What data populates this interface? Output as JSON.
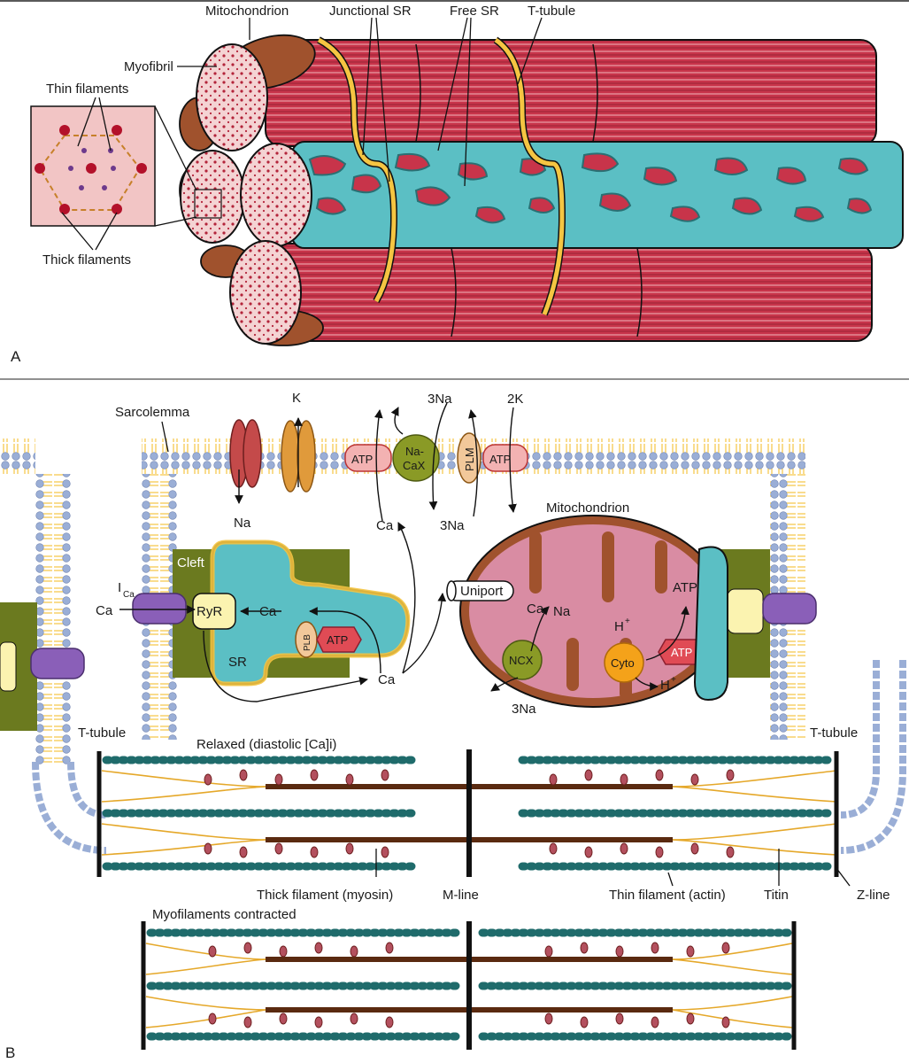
{
  "panel_a": {
    "letter": "A",
    "labels": {
      "mitochondrion": "Mitochondrion",
      "junctional_sr": "Junctional SR",
      "free_sr": "Free SR",
      "t_tubule": "T-tubule",
      "myofibril": "Myofibril",
      "thin_filaments": "Thin filaments",
      "thick_filaments": "Thick filaments"
    }
  },
  "panel_b": {
    "letter": "B",
    "labels": {
      "sarcolemma": "Sarcolemma",
      "k": "K",
      "na": "Na",
      "na3_top": "3Na",
      "k2": "2K",
      "atp1": "ATP",
      "naca_line1": "Na-",
      "naca_line2": "CaX",
      "plm": "PLM",
      "atp2": "ATP",
      "ca_below": "Ca",
      "na3_below": "3Na",
      "mitochondrion": "Mitochondrion",
      "cleft": "Cleft",
      "ica": "I",
      "ica_sub": "Ca",
      "ca_in": "Ca",
      "ryr": "RyR",
      "ca_sr": "Ca",
      "sr": "SR",
      "plb": "PLB",
      "atp_sr": "ATP",
      "ca_cyto": "Ca",
      "uniport": "Uniport",
      "mito_ca": "Ca",
      "mito_na": "Na",
      "ncx": "NCX",
      "na3_mito": "3Na",
      "h_plus1": "H",
      "h_plus2": "H",
      "plus": "+",
      "atp_mito": "ATP",
      "cyto": "Cyto",
      "atp_mito2": "ATP",
      "t_tubule_left": "T-tubule",
      "t_tubule_right": "T-tubule",
      "relaxed": "Relaxed (diastolic [Ca]i)",
      "thick_filament": "Thick filament (myosin)",
      "m_line": "M-line",
      "thin_filament": "Thin filament (actin)",
      "titin": "Titin",
      "z_line": "Z-line",
      "contracted": "Myofilaments contracted"
    }
  },
  "colors": {
    "muscle": "#c8344a",
    "muscle_dark": "#8c1f2f",
    "muscle_pale": "#f2c5c5",
    "sr_teal": "#5bbfc4",
    "t_tubule_yellow": "#f5c542",
    "mito_brown": "#a0522d",
    "mito_pink": "#d98ca3",
    "cleft_green": "#6b7a1f",
    "lipid_blue": "#9aaed6",
    "channel_purple": "#8a5fb8",
    "actin_teal": "#1f6b6b",
    "atp_pink": "#f3b2b2",
    "atp_red": "#e04b55"
  }
}
